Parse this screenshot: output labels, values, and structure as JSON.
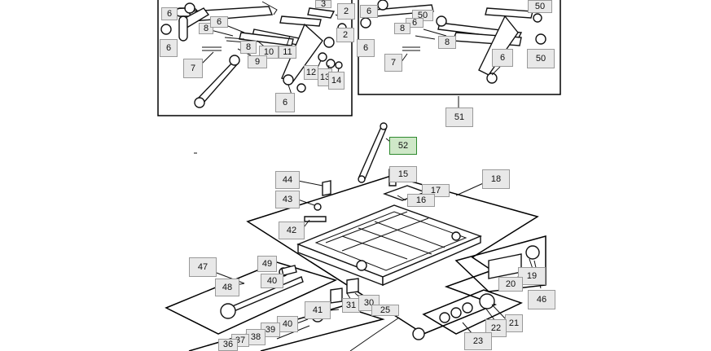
{
  "diagram": {
    "selected_callout": "52",
    "callouts": [
      {
        "id": "c-6a",
        "label": "6"
      },
      {
        "id": "c-3",
        "label": "3"
      },
      {
        "id": "c-2a",
        "label": "2"
      },
      {
        "id": "c-6b",
        "label": "6"
      },
      {
        "id": "c-8a",
        "label": "8"
      },
      {
        "id": "c-8b",
        "label": "8"
      },
      {
        "id": "c-6c",
        "label": "6"
      },
      {
        "id": "c-10",
        "label": "10"
      },
      {
        "id": "c-11",
        "label": "11"
      },
      {
        "id": "c-2b",
        "label": "2"
      },
      {
        "id": "c-7a",
        "label": "7"
      },
      {
        "id": "c-9",
        "label": "9"
      },
      {
        "id": "c-12",
        "label": "12"
      },
      {
        "id": "c-13",
        "label": "13"
      },
      {
        "id": "c-14",
        "label": "14"
      },
      {
        "id": "c-6d",
        "label": "6"
      },
      {
        "id": "c-6e",
        "label": "6"
      },
      {
        "id": "c-50a",
        "label": "50"
      },
      {
        "id": "c-6f",
        "label": "6"
      },
      {
        "id": "c-8c",
        "label": "8"
      },
      {
        "id": "c-50b",
        "label": "50"
      },
      {
        "id": "c-8d",
        "label": "8"
      },
      {
        "id": "c-6g",
        "label": "6"
      },
      {
        "id": "c-7b",
        "label": "7"
      },
      {
        "id": "c-6h",
        "label": "6"
      },
      {
        "id": "c-50c",
        "label": "50"
      },
      {
        "id": "c-51",
        "label": "51"
      },
      {
        "id": "c-52",
        "label": "52"
      },
      {
        "id": "c-15",
        "label": "15"
      },
      {
        "id": "c-17",
        "label": "17"
      },
      {
        "id": "c-18",
        "label": "18"
      },
      {
        "id": "c-16",
        "label": "16"
      },
      {
        "id": "c-44",
        "label": "44"
      },
      {
        "id": "c-43",
        "label": "43"
      },
      {
        "id": "c-42",
        "label": "42"
      },
      {
        "id": "c-47",
        "label": "47"
      },
      {
        "id": "c-49",
        "label": "49"
      },
      {
        "id": "c-48",
        "label": "48"
      },
      {
        "id": "c-40a",
        "label": "40"
      },
      {
        "id": "c-19",
        "label": "19"
      },
      {
        "id": "c-20",
        "label": "20"
      },
      {
        "id": "c-46",
        "label": "46"
      },
      {
        "id": "c-41",
        "label": "41"
      },
      {
        "id": "c-31",
        "label": "31"
      },
      {
        "id": "c-30",
        "label": "30"
      },
      {
        "id": "c-25",
        "label": "25"
      },
      {
        "id": "c-21",
        "label": "21"
      },
      {
        "id": "c-22",
        "label": "22"
      },
      {
        "id": "c-23",
        "label": "23"
      },
      {
        "id": "c-40b",
        "label": "40"
      },
      {
        "id": "c-39",
        "label": "39"
      },
      {
        "id": "c-38",
        "label": "38"
      },
      {
        "id": "c-37",
        "label": "37"
      },
      {
        "id": "c-36",
        "label": "36"
      }
    ]
  }
}
